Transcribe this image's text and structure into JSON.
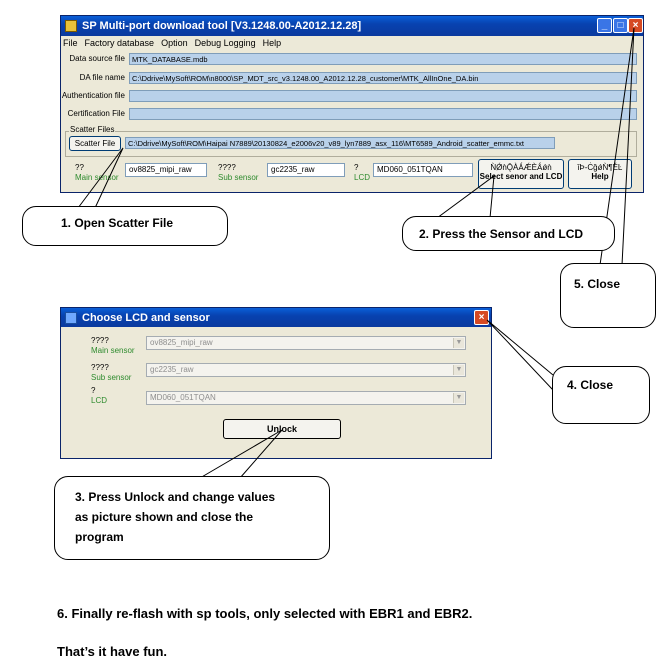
{
  "main_window": {
    "title": "SP Multi-port download tool [V3.1248.00-A2012.12.28]",
    "title_buttons": [
      "_",
      "□",
      "×"
    ],
    "menu": [
      "File",
      "Factory database",
      "Option",
      "Debug Logging",
      "Help"
    ],
    "data_source_label": "Data source file",
    "data_source_value": "MTK_DATABASE.mdb",
    "da_file_label": "DA file name",
    "da_file_value": "C:\\Ddrive\\MySoft\\ROM\\n8000\\SP_MDT_src_v3.1248.00_A2012.12.28_customer\\MTK_AllInOne_DA.bin",
    "auth_label": "Authentication file",
    "auth_value": "",
    "cert_label": "Certification File",
    "cert_value": "",
    "scatter_group_label": "Scatter Files",
    "scatter_button": "Scatter File",
    "scatter_value": "C:\\Ddrive\\MySoft\\ROM\\Haipai N7889\\20130824_e2006v20_v89_lyn7889_asx_116\\MT6589_Android_scatter_emmc.txt",
    "main_sensor_q": "??",
    "main_sensor_label": "Main sensor",
    "main_sensor_value": "ov8825_mipi_raw",
    "sub_sensor_q": "????",
    "sub_sensor_label": "Sub sensor",
    "sub_sensor_value": "gc2235_raw",
    "lcd_q": "?",
    "lcd_label": "LCD",
    "lcd_value": "MD060_051TQAN",
    "select_button_garbled": "ǸǾǹǬÀǺǼÈǺǿǹ",
    "select_button_label": "Select senor and LCD",
    "help_button_garbled": "ǐÞ-ĊǧǿǸ¶ÉĿ",
    "help_button_label": "Help"
  },
  "dialog": {
    "title": "Choose LCD and sensor",
    "close_glyph": "×",
    "main_sensor_q": "????",
    "main_sensor_label": "Main sensor",
    "main_sensor_value": "ov8825_mipi_raw",
    "sub_sensor_q": "????",
    "sub_sensor_label": "Sub sensor",
    "sub_sensor_value": "gc2235_raw",
    "lcd_q": "?",
    "lcd_label": "LCD",
    "lcd_value": "MD060_051TQAN",
    "combo_arrow": "▼",
    "unlock_button": "Unlock"
  },
  "callouts": {
    "step1": "1.   Open Scatter File",
    "step2": "2. Press the Sensor and LCD",
    "step3_line1": "3. Press Unlock and change values",
    "step3_line2": "as picture shown and close the",
    "step3_line3": "program",
    "step4": "4. Close",
    "step5": "5. Close"
  },
  "footer": {
    "step6": "6. Finally re-flash with sp tools, only selected with EBR1 and EBR2.",
    "closing": "That’s it have fun."
  }
}
